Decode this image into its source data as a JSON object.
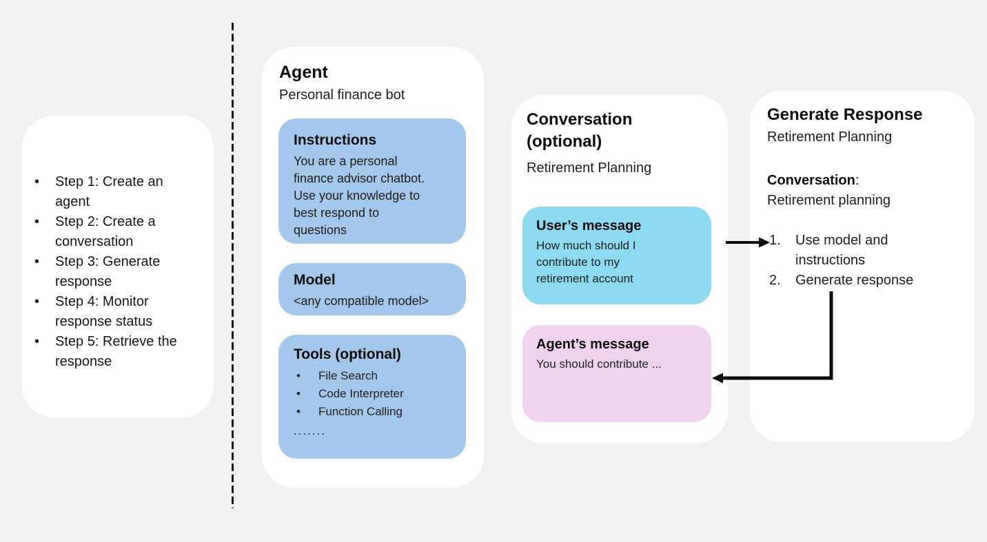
{
  "theme": {
    "background": "#f1f1f1",
    "card_bg": "#ffffff",
    "blue_box": "#a4c8eb",
    "cyan_box": "#8edaf3",
    "pink_box": "#f1d2ee",
    "line_color": "#0b0b0b"
  },
  "glyphs": {
    "bullet": "•"
  },
  "steps_card": {
    "items": [
      "Step 1: Create an\nagent",
      "Step 2: Create a\nconversation",
      "Step 3: Generate\nresponse",
      "Step 4: Monitor\nresponse status",
      "Step 5: Retrieve the\nresponse"
    ]
  },
  "agent_card": {
    "title": "Agent",
    "subtitle": "Personal finance bot",
    "instructions": {
      "title": "Instructions",
      "body": "You are a personal\nfinance advisor chatbot.\nUse your knowledge to\nbest respond to\nquestions"
    },
    "model": {
      "title": "Model",
      "body": "<any compatible model>"
    },
    "tools": {
      "title": "Tools (optional)",
      "items": [
        "File Search",
        "Code Interpreter",
        "Function Calling"
      ],
      "ellipsis": "......."
    }
  },
  "conversation_card": {
    "title": "Conversation\n(optional)",
    "subtitle": "Retirement Planning",
    "user_message": {
      "title": "User’s message",
      "body": "How much should I\ncontribute to my\nretirement account"
    },
    "agent_message": {
      "title": "Agent’s message",
      "body": "You should contribute ..."
    }
  },
  "generate_card": {
    "title": "Generate Response",
    "subtitle": "Retirement Planning",
    "conversation_label": "Conversation",
    "conversation_colon": ":",
    "conversation_value": "Retirement planning",
    "steps": [
      {
        "n": "1.",
        "text": "Use model and\ninstructions"
      },
      {
        "n": "2.",
        "text": "Generate response"
      }
    ]
  }
}
